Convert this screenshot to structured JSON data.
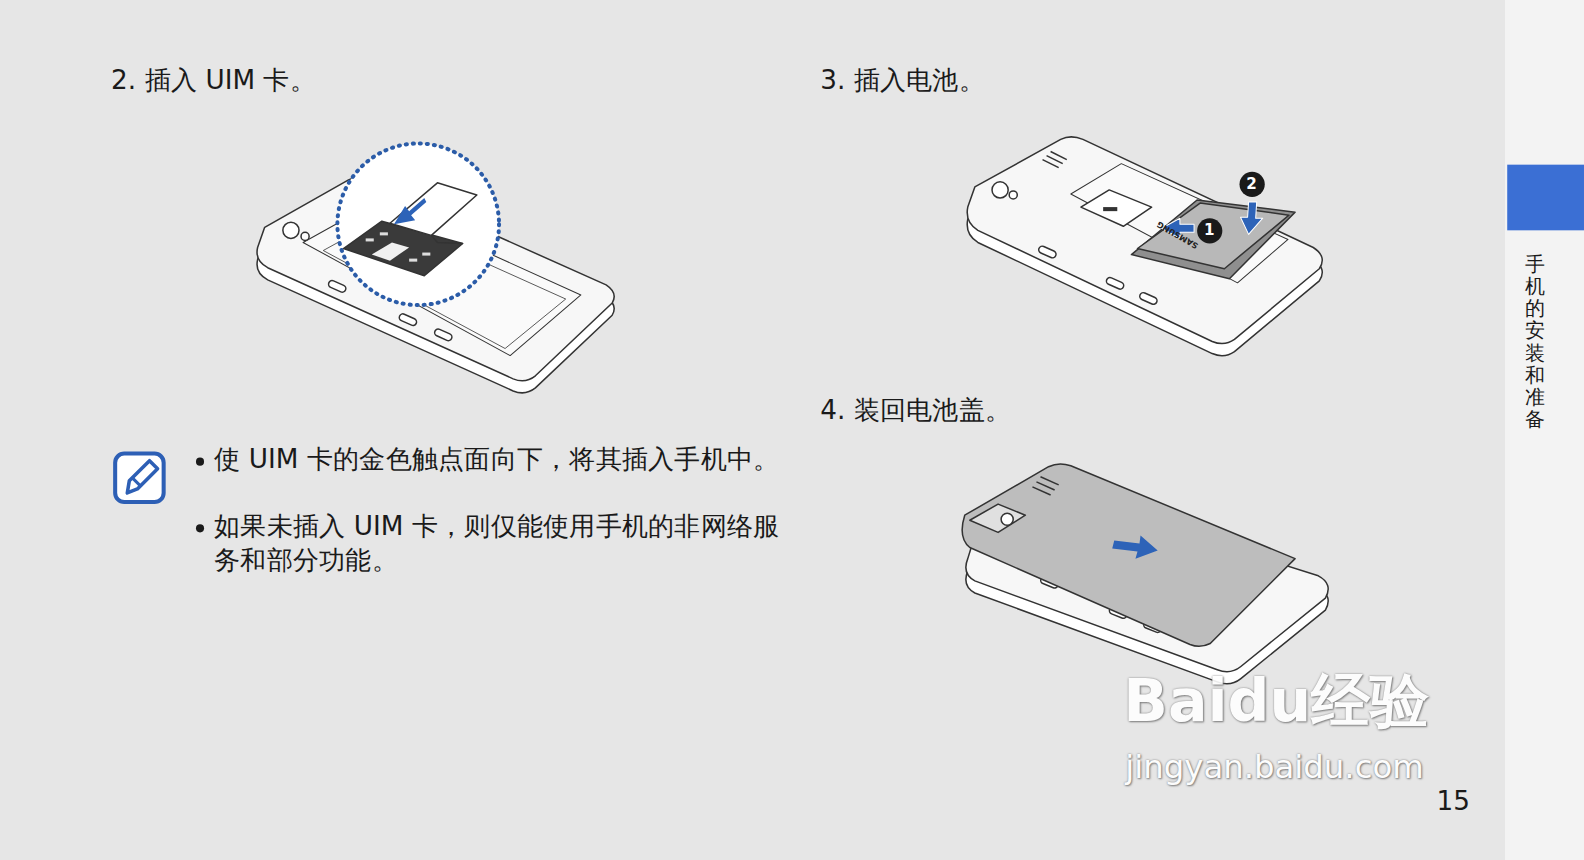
{
  "diagram": {
    "nodes": [
      {
        "text": [
          "1"
        ]
      },
      {
        "text": [
          "2"
        ]
      }
    ],
    "labels": [
      "2. 插入 UIM 卡。",
      "3. 插入电池。",
      "4. 装回电池盖。",
      "使 UIM 卡的金色触点面向下，将其插入手机中。",
      "如果未插入 UIM 卡，则仅能使用手机的非网络服务和部分功能。",
      "SAMSUNG",
      "手机的安装和准备",
      "15",
      "Baidu经验",
      "jingyan.baidu.com"
    ]
  }
}
